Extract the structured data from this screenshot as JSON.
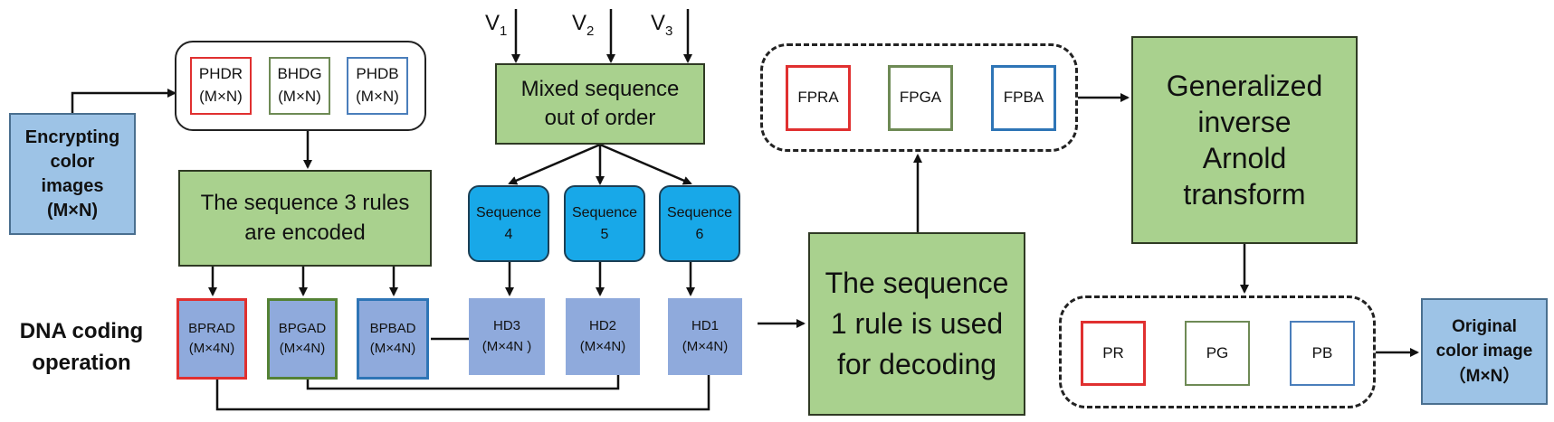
{
  "input_image": {
    "line1": "Encrypting",
    "line2": "color",
    "line3": "images",
    "line4": "(M×N)"
  },
  "phd": [
    {
      "name": "PHDR",
      "size": "(M×N)",
      "color": "#e03030"
    },
    {
      "name": "BHDG",
      "size": "(M×N)",
      "color": "#6e8a55"
    },
    {
      "name": "PHDB",
      "size": "(M×N)",
      "color": "#4a7ebb"
    }
  ],
  "encode_box": {
    "line1": "The sequence 3 rules",
    "line2": "are encoded"
  },
  "v_labels": [
    {
      "base": "V",
      "sub": "1"
    },
    {
      "base": "V",
      "sub": "2"
    },
    {
      "base": "V",
      "sub": "3"
    }
  ],
  "mixed_box": {
    "line1": "Mixed sequence",
    "line2": "out of order"
  },
  "sequences": [
    {
      "line1": "Sequence",
      "line2": "4"
    },
    {
      "line1": "Sequence",
      "line2": "5"
    },
    {
      "line1": "Sequence",
      "line2": "6"
    }
  ],
  "dna_label": {
    "line1": "DNA coding",
    "line2": "operation"
  },
  "bp_boxes": [
    {
      "name": "BPRAD",
      "size": "(M×4N)",
      "border": "#e03030"
    },
    {
      "name": "BPGAD",
      "size": "(M×4N)",
      "border": "#548235"
    },
    {
      "name": "BPBAD",
      "size": "(M×4N)",
      "border": "#2e75b6"
    }
  ],
  "hd_boxes": [
    {
      "name": "HD3",
      "size": "(M×4N )"
    },
    {
      "name": "HD2",
      "size": "(M×4N)"
    },
    {
      "name": "HD1",
      "size": "(M×4N)"
    }
  ],
  "decode_box": {
    "line1": "The sequence",
    "line2": "1 rule is used",
    "line3": "for decoding"
  },
  "fp_boxes": [
    {
      "name": "FPRA",
      "color": "#e03030"
    },
    {
      "name": "FPGA",
      "color": "#6e8a55"
    },
    {
      "name": "FPBA",
      "color": "#2e75b6"
    }
  ],
  "arnold_box": {
    "line1": "Generalized",
    "line2": "inverse",
    "line3": "Arnold",
    "line4": "transform"
  },
  "p_boxes": [
    {
      "name": "PR",
      "color": "#e03030"
    },
    {
      "name": "PG",
      "color": "#6e8a55"
    },
    {
      "name": "PB",
      "color": "#4a7ebb"
    }
  ],
  "output_image": {
    "line1": "Original",
    "line2": "color image",
    "line3": "（M×N）"
  }
}
